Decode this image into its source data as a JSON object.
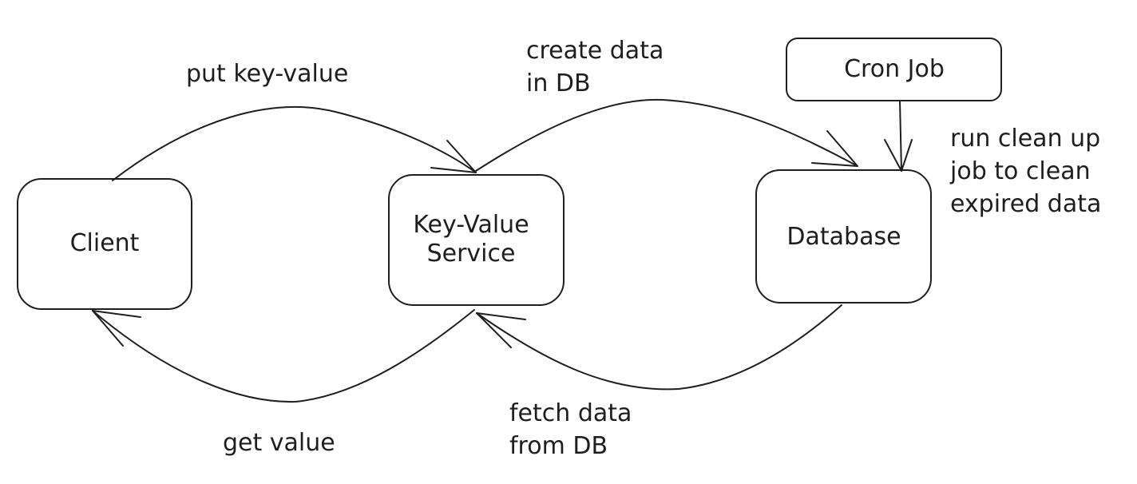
{
  "nodes": {
    "client": "Client",
    "key_value_service": "Key-Value\nService",
    "database": "Database",
    "cron_job": "Cron Job"
  },
  "edges": {
    "put_key_value": "put key-value",
    "create_data_in_db": "create data\nin DB",
    "run_clean_up": "run clean up\njob to clean\nexpired data",
    "fetch_data_from_db": "fetch data\nfrom DB",
    "get_value": "get value"
  },
  "colors": {
    "stroke": "#1e1e1e",
    "background": "#ffffff"
  }
}
